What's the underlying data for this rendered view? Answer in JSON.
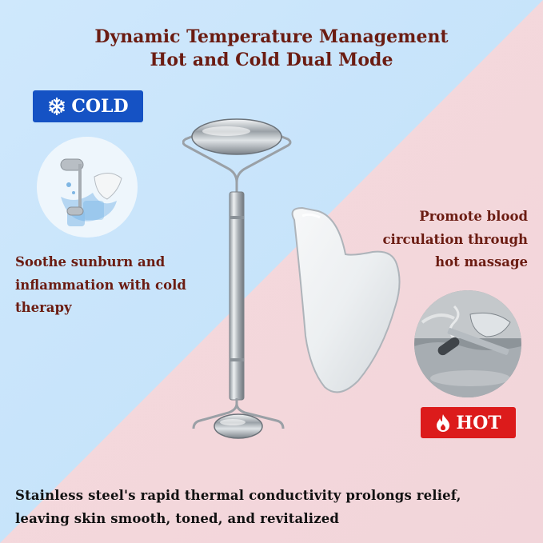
{
  "headline": {
    "line1": "Dynamic Temperature Management",
    "line2": "Hot and Cold Dual Mode"
  },
  "cold_badge": {
    "label": "COLD",
    "icon": "snowflake-icon",
    "color": "#1552c4"
  },
  "hot_badge": {
    "label": "HOT",
    "icon": "flame-icon",
    "color": "#dc1b1b"
  },
  "cold_caption": [
    "Soothe sunburn and",
    "inflammation with cold",
    "therapy"
  ],
  "hot_caption": [
    "Promote blood",
    "circulation through",
    "hot massage"
  ],
  "footer": [
    "Stainless steel's rapid thermal conductivity prolongs relief,",
    "leaving skin smooth, toned, and revitalized"
  ],
  "colors": {
    "cold_bg": "#c7e4fb",
    "hot_bg": "#f6d8dd",
    "heading": "#6b1c12"
  }
}
